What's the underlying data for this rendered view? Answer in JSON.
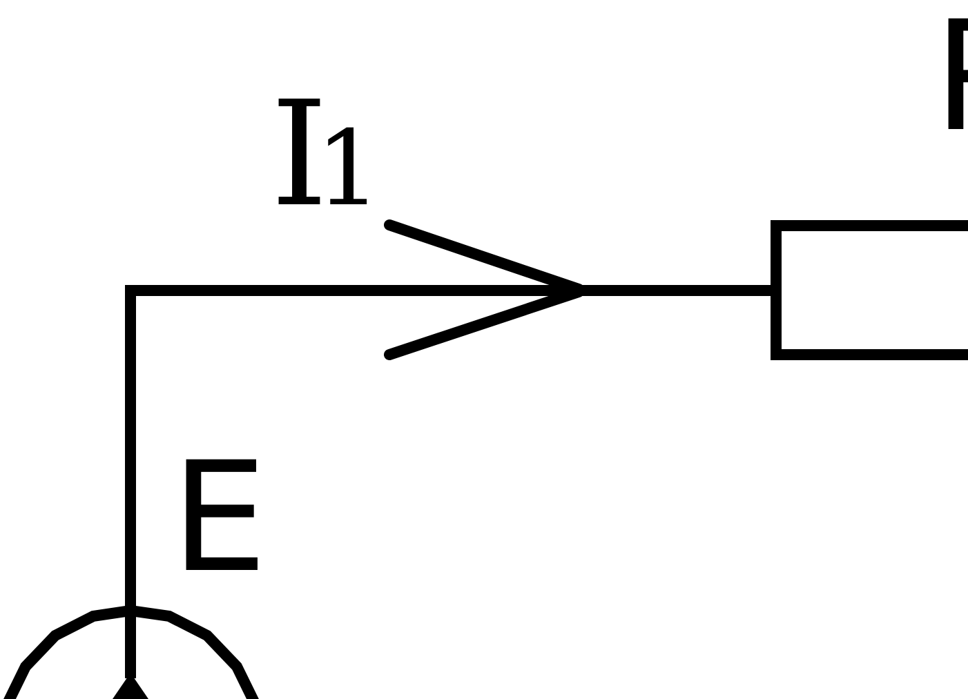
{
  "diagram": {
    "labels": {
      "current": "I",
      "current_subscript": "1",
      "source": "E",
      "resistor": "R"
    },
    "colors": {
      "stroke": "#000000",
      "background": "#ffffff"
    },
    "components": {
      "source_icon": "voltage-source-icon",
      "resistor_icon": "resistor-icon",
      "arrow_icon": "current-arrow-icon"
    }
  }
}
